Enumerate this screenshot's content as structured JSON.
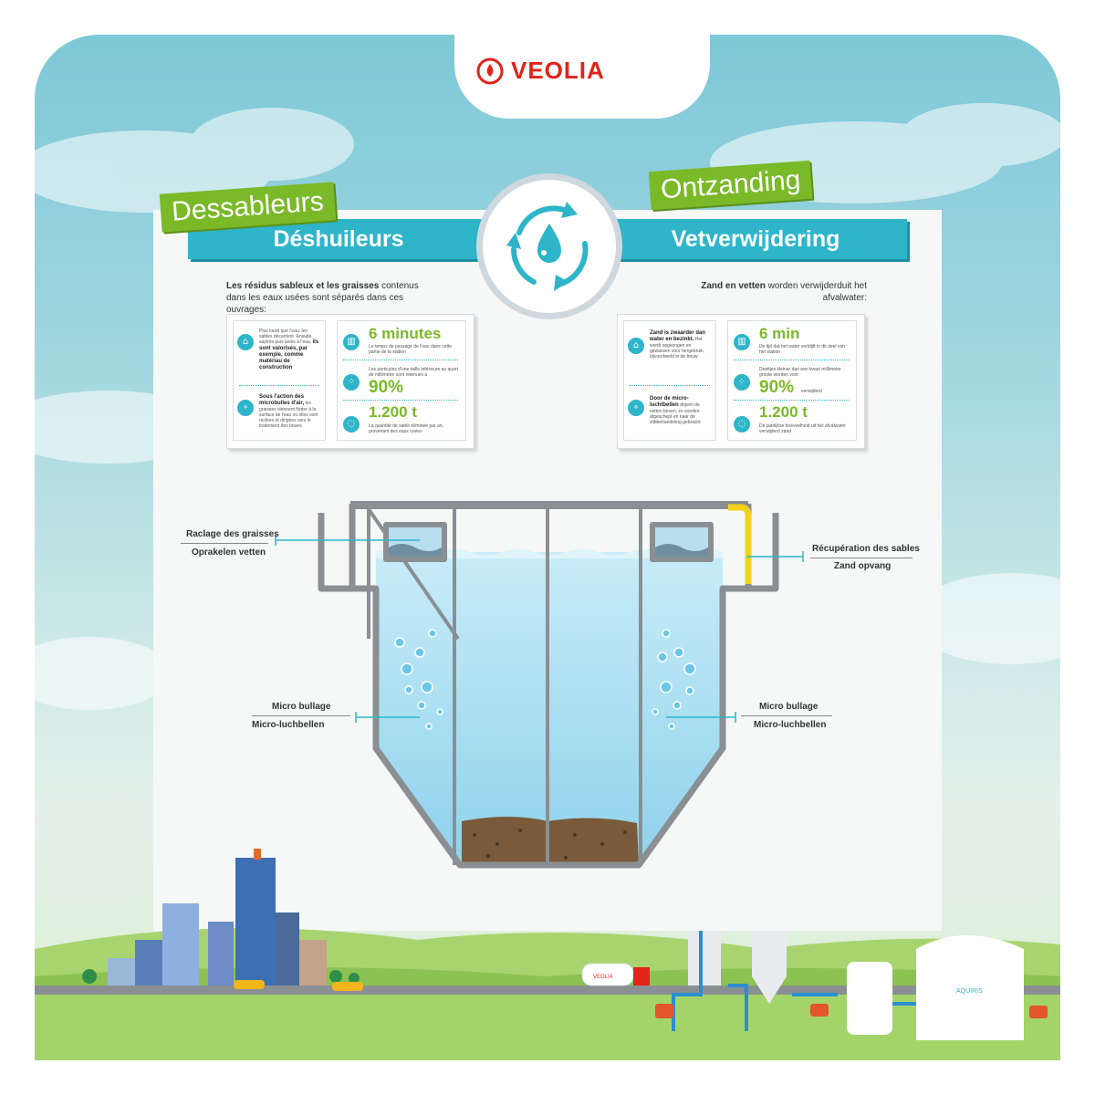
{
  "brand": {
    "name": "VEOLIA",
    "color": "#e2231a",
    "icon": "veolia-drop-icon"
  },
  "titles": {
    "fr_tag": "Dessableurs",
    "fr_banner": "Déshuileurs",
    "nl_tag": "Ontzanding",
    "nl_banner": "Vetverwijdering",
    "center_icon": "recycle-water-drop-icon"
  },
  "intro": {
    "fr_bold": "Les résidus sableux et les graisses",
    "fr_text": "contenus dans les eaux usées sont séparés dans ces ouvrages:",
    "nl_bold": "Zand en vetten",
    "nl_text": "worden verwijderduit het afvalwater:"
  },
  "fr_card": {
    "left": [
      {
        "text": "Plus lourd que l'eau, les sables décantent. Ensuite, aspirés puis lavés à l'eau,",
        "bold": "ils sont valorisés, par exemple, comme matériau de construction",
        "icon": "house-icon"
      },
      {
        "bold": "Sous l'action des microbulles d'air,",
        "text": "les graisses viennent flotter à la surface de l'eau où elles sont raclées et dirigées vers le traitement des boues",
        "icon": "bubbles-icon"
      }
    ],
    "right": [
      {
        "big": "6 minutes",
        "text": "Le temps de passage de l'eau dans cette partie de la station",
        "icon": "factory-icon"
      },
      {
        "big": "90%",
        "text": "Les particules d'une taille inférieure au quart de millimètre sont retenues à",
        "icon": "particles-icon"
      },
      {
        "big": "1.200 t",
        "text": "La quantité de sable éliminée par an, provenant des eaux usées",
        "icon": "sand-icon"
      }
    ]
  },
  "nl_card": {
    "left": [
      {
        "bold": "Zand is zwaarder dan water en bezinkt.",
        "text": "Het wordt opgezogen en gewassen voor hergebruik, bijvoorbeeld in de bouw",
        "icon": "house-icon"
      },
      {
        "bold": "Door de micro-luchtbellen",
        "text": "drijven de vetten boven, ze worden afgeschept en naar de slibbehandeling gebracht",
        "icon": "bubbles-icon"
      }
    ],
    "right": [
      {
        "big": "6 min",
        "text": "De tijd dat het water verblijft in dit deel van het station",
        "icon": "factory-icon"
      },
      {
        "big": "90%",
        "pre": "Deeltjes kleiner dan een kwart millimeter groote worden voor",
        "text": "verwijderd",
        "icon": "particles-icon"
      },
      {
        "big": "1.200 t",
        "text": "De jaarlijkse hoeveelheid uit het afvalwater verwijderd zand",
        "icon": "sand-icon"
      }
    ]
  },
  "diagram": {
    "raclage": "Raclage des graisses",
    "oprakelen": "Oprakelen vetten",
    "recuperation": "Récupération des sables",
    "zand_opvang": "Zand opvang",
    "micro_fr_left": "Micro bullage",
    "micro_nl_left": "Micro-luchbellen",
    "micro_fr_right": "Micro bullage",
    "micro_nl_right": "Micro-luchbellen"
  },
  "footer": {
    "tank_brand": "AQUIRIS",
    "truck_brand": "VEOLIA"
  },
  "colors": {
    "teal": "#2eb5c9",
    "green": "#7ab928",
    "water": "#aee0f2",
    "sludge": "#7a5a3a"
  }
}
